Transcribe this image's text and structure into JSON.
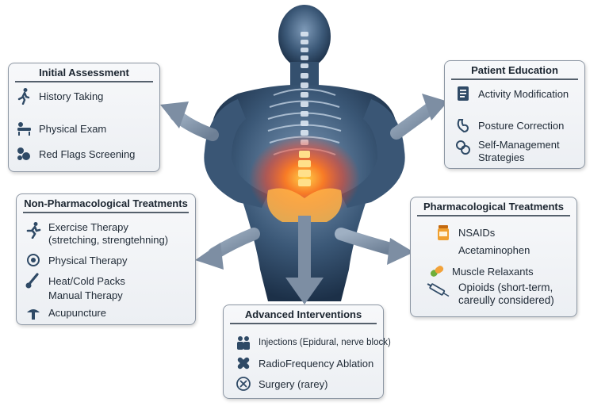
{
  "initial_assessment": {
    "title": "Initial Assessment",
    "items": [
      "History Taking",
      "Physical Exam",
      "Red Flags Screening"
    ]
  },
  "patient_education": {
    "title": "Patient Education",
    "items": [
      "Activity Modification",
      "Posture Correction",
      "Self-Management",
      "Strategies"
    ]
  },
  "non_pharma": {
    "title": "Non-Pharmacological Treatments",
    "items": [
      "Exercise Therapy",
      "(stretching, strengtehning)",
      "Physical Therapy",
      "Heat/Cold Packs",
      "Manual Therapy",
      "Acupuncture"
    ]
  },
  "pharma": {
    "title": "Pharmacological Treatments",
    "items": [
      "NSAIDs",
      "Acetaminophen",
      "Muscle Relaxants",
      "Opioids (short-term,",
      "careully considered)"
    ]
  },
  "advanced": {
    "title": "Advanced Interventions",
    "items": [
      "Injections (Epidural, nerve block)",
      "RadioFrequency Ablation",
      "Surgery (rarey)"
    ]
  },
  "colors": {
    "arrow": "#7d8ea3",
    "body": "#3b5877",
    "pain": "#ff5a1f",
    "icon": "#2f4a66"
  }
}
